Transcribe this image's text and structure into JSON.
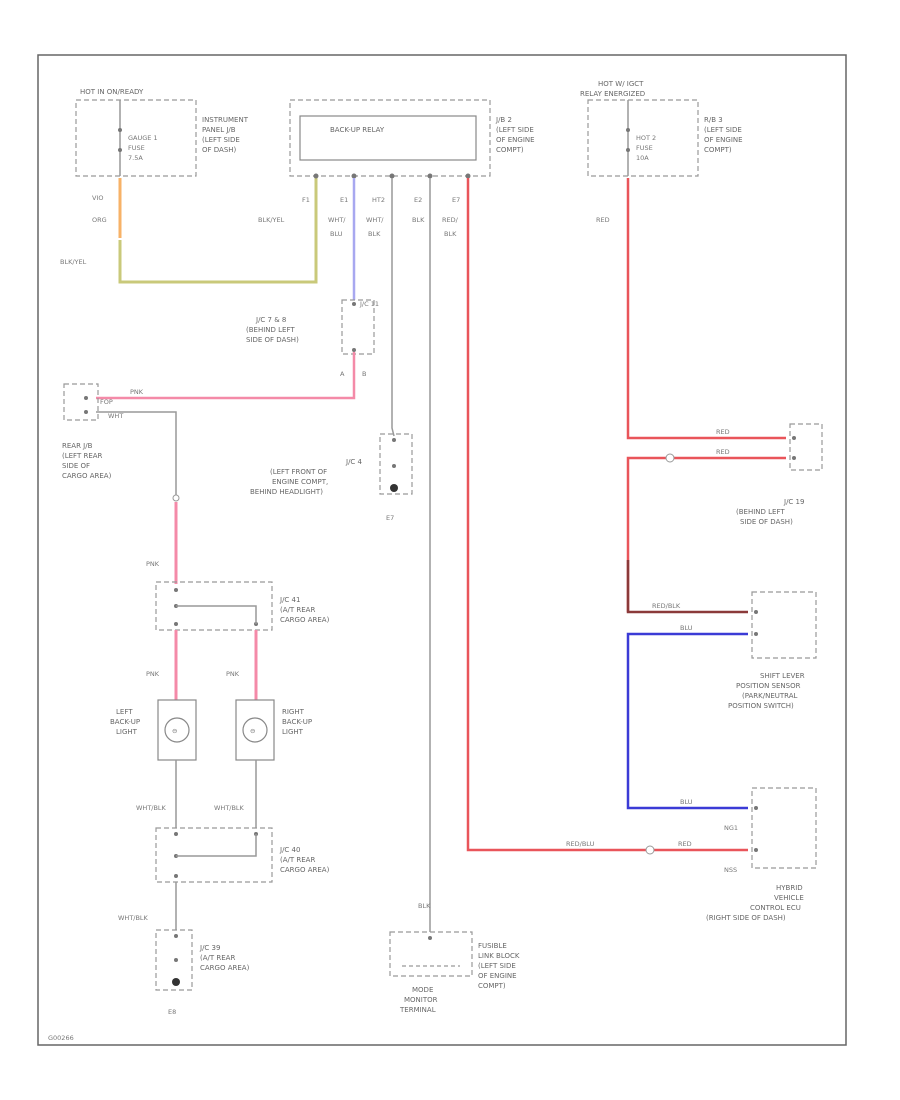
{
  "labels": {
    "hot_in_on": "HOT IN ON/READY",
    "gauge_fuse": "GAUGE 1",
    "gauge_fuse2": "FUSE",
    "gauge_amp": "7.5A",
    "ip_jb_1": "INSTRUMENT",
    "ip_jb_2": "PANEL J/B",
    "ip_jb_3": "(LEFT SIDE",
    "ip_jb_4": "OF DASH)",
    "relay": "BACK-UP RELAY",
    "jb2_1": "J/B 2",
    "jb2_2": "(LEFT SIDE",
    "jb2_3": "OF ENGINE",
    "jb2_4": "COMPT)",
    "hot_relay": "HOT W/ IGCT",
    "hot_relay2": "RELAY ENERGIZED",
    "hot2_fuse": "HOT 2",
    "hot2_fuse2": "FUSE",
    "hot2_amp": "10A",
    "rb3_1": "R/B 3",
    "rb3_2": "(LEFT SIDE",
    "rb3_3": "OF ENGINE",
    "rb3_4": "COMPT)",
    "pin_f1": "F1",
    "pin_e1": "E1",
    "pin_ht2": "HT2",
    "pin_e2": "E2",
    "pin_e7": "E7",
    "w_vio": "VIO",
    "w_org": "ORG",
    "w_blkyel1": "BLK/YEL",
    "w_blkyel2": "BLK/YEL",
    "w_wht_blu_1": "WHT/",
    "w_wht_blu_2": "BLU",
    "w_wht_blk_1": "WHT/",
    "w_wht_blk_2": "BLK",
    "w_blk": "BLK",
    "w_red_blk_1": "RED/",
    "w_red_blk_2": "BLK",
    "w_red_top": "RED",
    "jc78_1": "J/C 7 & 8",
    "jc78_2": "(BEHIND LEFT",
    "jc78_3": "SIDE OF DASH)",
    "jc78_pin": "J/C 11",
    "pin_a": "A",
    "pin_b": "B",
    "rj_l1": "REAR J/B",
    "rj_l2": "(LEFT REAR",
    "rj_l3": "SIDE OF",
    "rj_l4": "CARGO AREA)",
    "rj_pnk": "PNK",
    "rj_top": "FOP",
    "rj_bot": "WHT",
    "jc4_1": "J/C 4",
    "jc4_2": "(LEFT FRONT OF",
    "jc4_3": "ENGINE COMPT,",
    "jc4_4": "BEHIND HEADLIGHT)",
    "g_e7": "E7",
    "jc19_1": "J/C 19",
    "jc19_2": "(BEHIND LEFT",
    "jc19_3": "SIDE OF DASH)",
    "w_red_a": "RED",
    "w_red_b": "RED",
    "w_redblk_r": "RED/BLK",
    "w_blu_1": "BLU",
    "w_blu_2": "BLU",
    "shift_1": "SHIFT LEVER",
    "shift_2": "POSITION SENSOR",
    "shift_3": "(PARK/NEUTRAL",
    "shift_4": "POSITION SWITCH)",
    "pnk_1": "PNK",
    "pnk_2": "PNK",
    "pnk_3": "PNK",
    "jc41_1": "J/C 41",
    "jc41_2": "(A/T REAR",
    "jc41_3": "CARGO AREA)",
    "lb_1": "LEFT",
    "lb_2": "BACK-UP",
    "lb_3": "LIGHT",
    "rb_1": "RIGHT",
    "rb_2": "BACK-UP",
    "rb_3": "LIGHT",
    "whtblk_1": "WHT/BLK",
    "whtblk_2": "WHT/BLK",
    "whtblk_3": "WHT/BLK",
    "jc40_1": "J/C 40",
    "jc40_2": "(A/T REAR",
    "jc40_3": "CARGO AREA)",
    "jc39_1": "J/C 39",
    "jc39_2": "(A/T REAR",
    "jc39_3": "CARGO AREA)",
    "g_e8": "E8",
    "w_blk_mode": "BLK",
    "mode_1": "MODE",
    "mode_2": "MONITOR",
    "mode_3": "TERMINAL",
    "fl_1": "FUSIBLE",
    "fl_2": "LINK BLOCK",
    "fl_3": "(LEFT SIDE",
    "fl_4": "OF ENGINE",
    "fl_5": "COMPT)",
    "w_redblk_h": "RED/BLU",
    "w_red_h": "RED",
    "pin_ng1": "NG1",
    "pin_nss": "NSS",
    "hv_1": "HYBRID",
    "hv_2": "VEHICLE",
    "hv_3": "CONTROL ECU",
    "hv_4": "(RIGHT SIDE OF DASH)",
    "code": "G00266"
  },
  "colors": {
    "orange": "#f7b267",
    "olive": "#c9c97a",
    "lavender": "#a8a8f0",
    "pink": "#f48aa8",
    "red": "#e9555a",
    "maroon": "#8b3a3a",
    "blue": "#3b3bd6",
    "gray": "#999999"
  }
}
